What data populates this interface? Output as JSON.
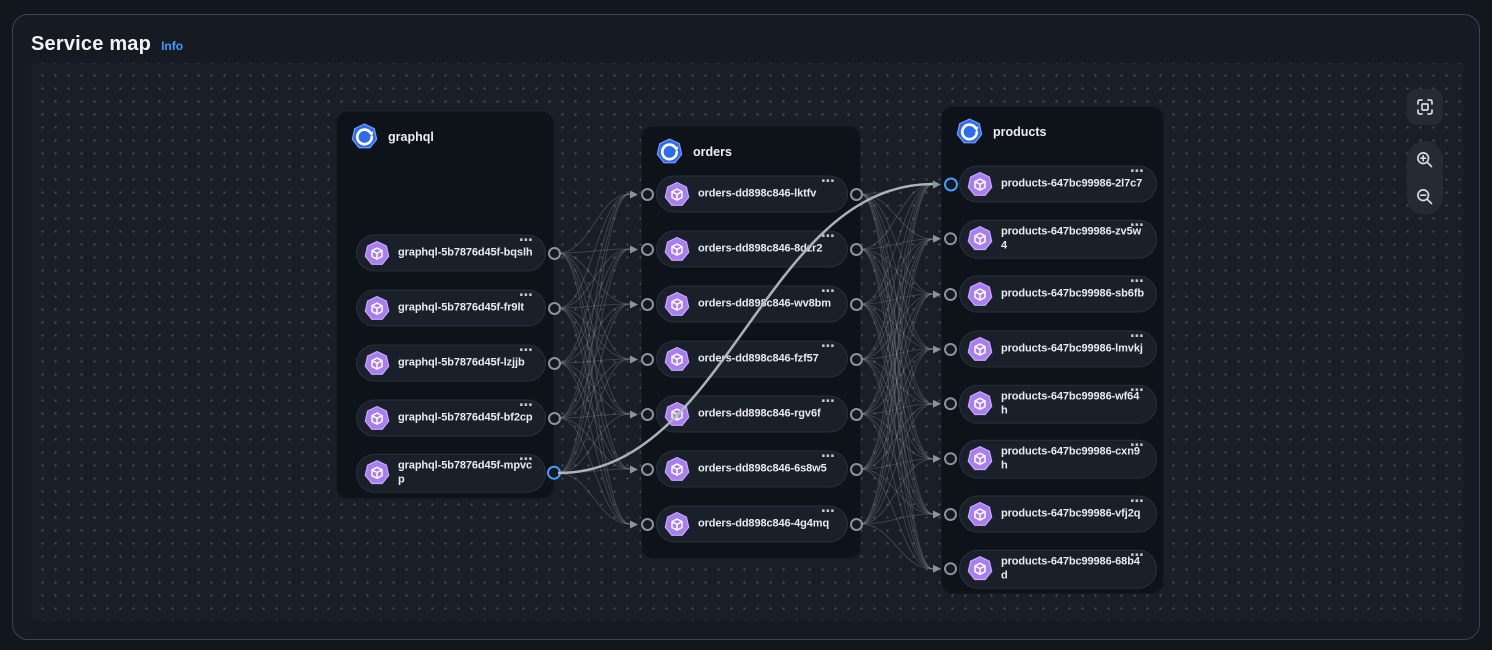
{
  "header": {
    "title": "Service map",
    "info_label": "Info"
  },
  "colors": {
    "accent_blue": "#3b9eff",
    "deployment_icon_blue": "#2f6bf0",
    "pod_icon_purple": "#a97ef3",
    "edge_gray": "#8b939d",
    "edge_highlight": "#b3bac2",
    "active_port_blue": "#41a0ff"
  },
  "icons": {
    "group_icon": "deployment-icon",
    "node_icon": "pod-icon",
    "node_menu_glyph": "⋯"
  },
  "map": {
    "groups": [
      {
        "id": "graphql",
        "label": "graphql",
        "nodes": [
          {
            "id": "graphql-5b7876d45f-bqslh",
            "label": "graphql-5b7876d45f-bqslh"
          },
          {
            "id": "graphql-5b7876d45f-fr9lt",
            "label": "graphql-5b7876d45f-fr9lt"
          },
          {
            "id": "graphql-5b7876d45f-lzjjb",
            "label": "graphql-5b7876d45f-lzjjb"
          },
          {
            "id": "graphql-5b7876d45f-bf2cp",
            "label": "graphql-5b7876d45f-bf2cp"
          },
          {
            "id": "graphql-5b7876d45f-mpvcp",
            "label": "graphql-5b7876d45f-mpvcp",
            "two_line": true
          }
        ]
      },
      {
        "id": "orders",
        "label": "orders",
        "nodes": [
          {
            "id": "orders-dd898c846-lktfv",
            "label": "orders-dd898c846-lktfv"
          },
          {
            "id": "orders-dd898c846-8dzr2",
            "label": "orders-dd898c846-8dzr2"
          },
          {
            "id": "orders-dd898c846-wv8bm",
            "label": "orders-dd898c846-wv8bm"
          },
          {
            "id": "orders-dd898c846-fzf57",
            "label": "orders-dd898c846-fzf57"
          },
          {
            "id": "orders-dd898c846-rgv6f",
            "label": "orders-dd898c846-rgv6f"
          },
          {
            "id": "orders-dd898c846-6s8w5",
            "label": "orders-dd898c846-6s8w5"
          },
          {
            "id": "orders-dd898c846-4g4mq",
            "label": "orders-dd898c846-4g4mq"
          }
        ]
      },
      {
        "id": "products",
        "label": "products",
        "nodes": [
          {
            "id": "products-647bc99986-2l7c7",
            "label": "products-647bc99986-2l7c7",
            "two_line": true
          },
          {
            "id": "products-647bc99986-zv5w4",
            "label": "products-647bc99986-zv5w4",
            "two_line": true
          },
          {
            "id": "products-647bc99986-sb6fb",
            "label": "products-647bc99986-sb6fb",
            "two_line": true
          },
          {
            "id": "products-647bc99986-lmvkj",
            "label": "products-647bc99986-lmvkj",
            "two_line": true
          },
          {
            "id": "products-647bc99986-wf64h",
            "label": "products-647bc99986-wf64h",
            "two_line": true
          },
          {
            "id": "products-647bc99986-cxn9h",
            "label": "products-647bc99986-cxn9h",
            "two_line": true
          },
          {
            "id": "products-647bc99986-vfj2q",
            "label": "products-647bc99986-vfj2q"
          },
          {
            "id": "products-647bc99986-68b4d",
            "label": "products-647bc99986-68b4d",
            "two_line": true
          }
        ]
      }
    ],
    "edges": {
      "graphql_to_orders": "all-to-all",
      "orders_to_products": "all-to-all",
      "highlighted": {
        "from": "graphql-5b7876d45f-mpvcp",
        "to": "products-647bc99986-2l7c7"
      }
    }
  },
  "controls": {
    "zoom_to_fit": "zoom-to-fit",
    "zoom_in": "zoom-in",
    "zoom_out": "zoom-out"
  }
}
